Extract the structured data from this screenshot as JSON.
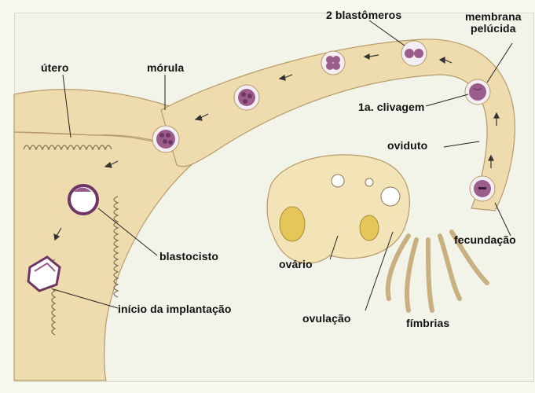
{
  "labels": {
    "blastomeros": "2 blastômeros",
    "membrana_line1": "membrana",
    "membrana_line2": "pelúcida",
    "utero": "útero",
    "morula": "mórula",
    "clivagem": "1a. clivagem",
    "oviduto": "oviduto",
    "blastocisto": "blastocisto",
    "ovario": "ovário",
    "fecundacao": "fecundação",
    "implantacao": "início da implantação",
    "ovulacao": "ovulação",
    "fimbrias": "fímbrias"
  },
  "colors": {
    "tissue": "#efdcae",
    "tissue_edge": "#b79a68",
    "embryo": "#9b5e8c",
    "embryo_dark": "#6e3565",
    "membrane": "#f3eef3",
    "ovary": "#f3e4b8",
    "follicle": "#e5c659",
    "label_text": "#111111"
  }
}
